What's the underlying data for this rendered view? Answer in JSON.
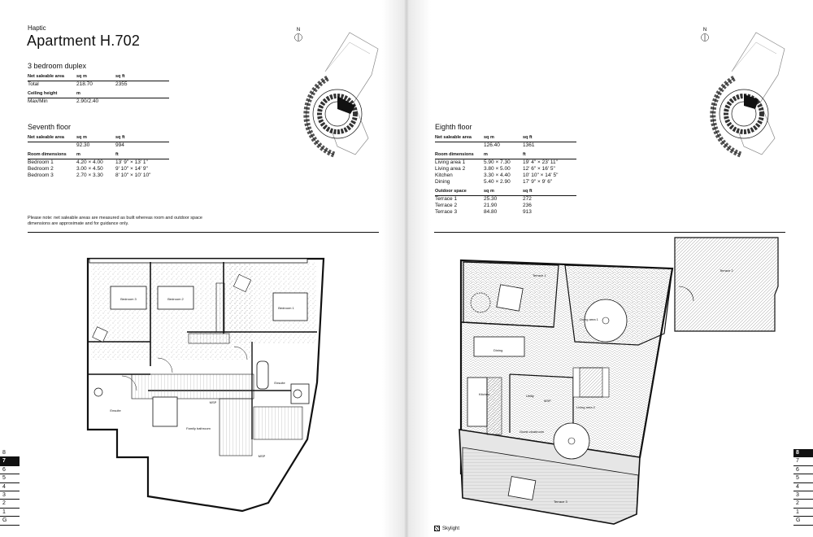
{
  "brand": "Haptic",
  "title": "Apartment H.702",
  "left": {
    "type_heading": "3 bedroom duplex",
    "summary": {
      "col_hdr": [
        "Net saleable area",
        "sq m",
        "sq ft"
      ],
      "total": [
        "Total",
        "218.70",
        "2355"
      ],
      "ceiling_hdr": [
        "Ceiling height",
        "m",
        ""
      ],
      "ceiling": [
        "Max/Min",
        "2.90/2.40",
        ""
      ]
    },
    "seventh": {
      "heading": "Seventh floor",
      "area_hdr": [
        "Net saleable area",
        "sq m",
        "sq ft"
      ],
      "area": [
        "",
        "92.30",
        "994"
      ],
      "dims_hdr": [
        "Room dimensions",
        "m",
        "ft"
      ],
      "rooms": [
        [
          "Bedroom 1",
          "4.20 × 4.00",
          "13' 9\" × 13' 1\""
        ],
        [
          "Bedroom 2",
          "3.00 × 4.50",
          "9' 10\" × 14' 9\""
        ],
        [
          "Bedroom 3",
          "2.70 × 3.30",
          "8' 10\" × 10' 10\""
        ]
      ]
    },
    "note": "Please note: net saleable areas are measured as built whereas room and outdoor space dimensions are approximate and for guidance only.",
    "plan_labels": {
      "bedroom1": "Bedroom 1",
      "bedroom2": "Bedroom 2",
      "bedroom3": "Bedroom 3",
      "ensuite1": "Ensuite",
      "ensuite2": "Ensuite",
      "family_bathroom": "Family bathroom",
      "msp": "MSP",
      "msp2": "MSP"
    },
    "floors": [
      "8",
      "7",
      "6",
      "5",
      "4",
      "3",
      "2",
      "1",
      "G"
    ],
    "active_floor": "7"
  },
  "right": {
    "eighth": {
      "heading": "Eighth floor",
      "area_hdr": [
        "Net saleable area",
        "sq m",
        "sq ft"
      ],
      "area": [
        "",
        "126.40",
        "1361"
      ],
      "dims_hdr": [
        "Room dimensions",
        "m",
        "ft"
      ],
      "rooms": [
        [
          "Living area 1",
          "5.90 × 7.30",
          "19' 4\" × 23' 11\""
        ],
        [
          "Living area 2",
          "3.80 × 5.00",
          "12' 6\" × 16' 5\""
        ],
        [
          "Kitchen",
          "3.30 × 4.40",
          "10' 10\" × 14' 5\""
        ],
        [
          "Dining",
          "5.40 × 2.90",
          "17' 9\" × 9' 6\""
        ]
      ],
      "outdoor_hdr": [
        "Outdoor space",
        "sq m",
        "sq ft"
      ],
      "outdoor": [
        [
          "Terrace 1",
          "25.30",
          "272"
        ],
        [
          "Terrace 2",
          "21.90",
          "236"
        ],
        [
          "Terrace 3",
          "84.80",
          "913"
        ]
      ]
    },
    "plan_labels": {
      "terrace1": "Terrace 1",
      "terrace2": "Terrace 2",
      "terrace3": "Terrace 3",
      "living1": "Living area 1",
      "living2": "Living area 2",
      "dining": "Dining",
      "kitchen": "Kitchen",
      "utility": "Utility",
      "msp": "MSP",
      "guest": "Guest cloakroom"
    },
    "legend": "Skylight",
    "floors": [
      "8",
      "7",
      "6",
      "5",
      "4",
      "3",
      "2",
      "1",
      "G"
    ],
    "active_floor": "8"
  },
  "compass": "N"
}
